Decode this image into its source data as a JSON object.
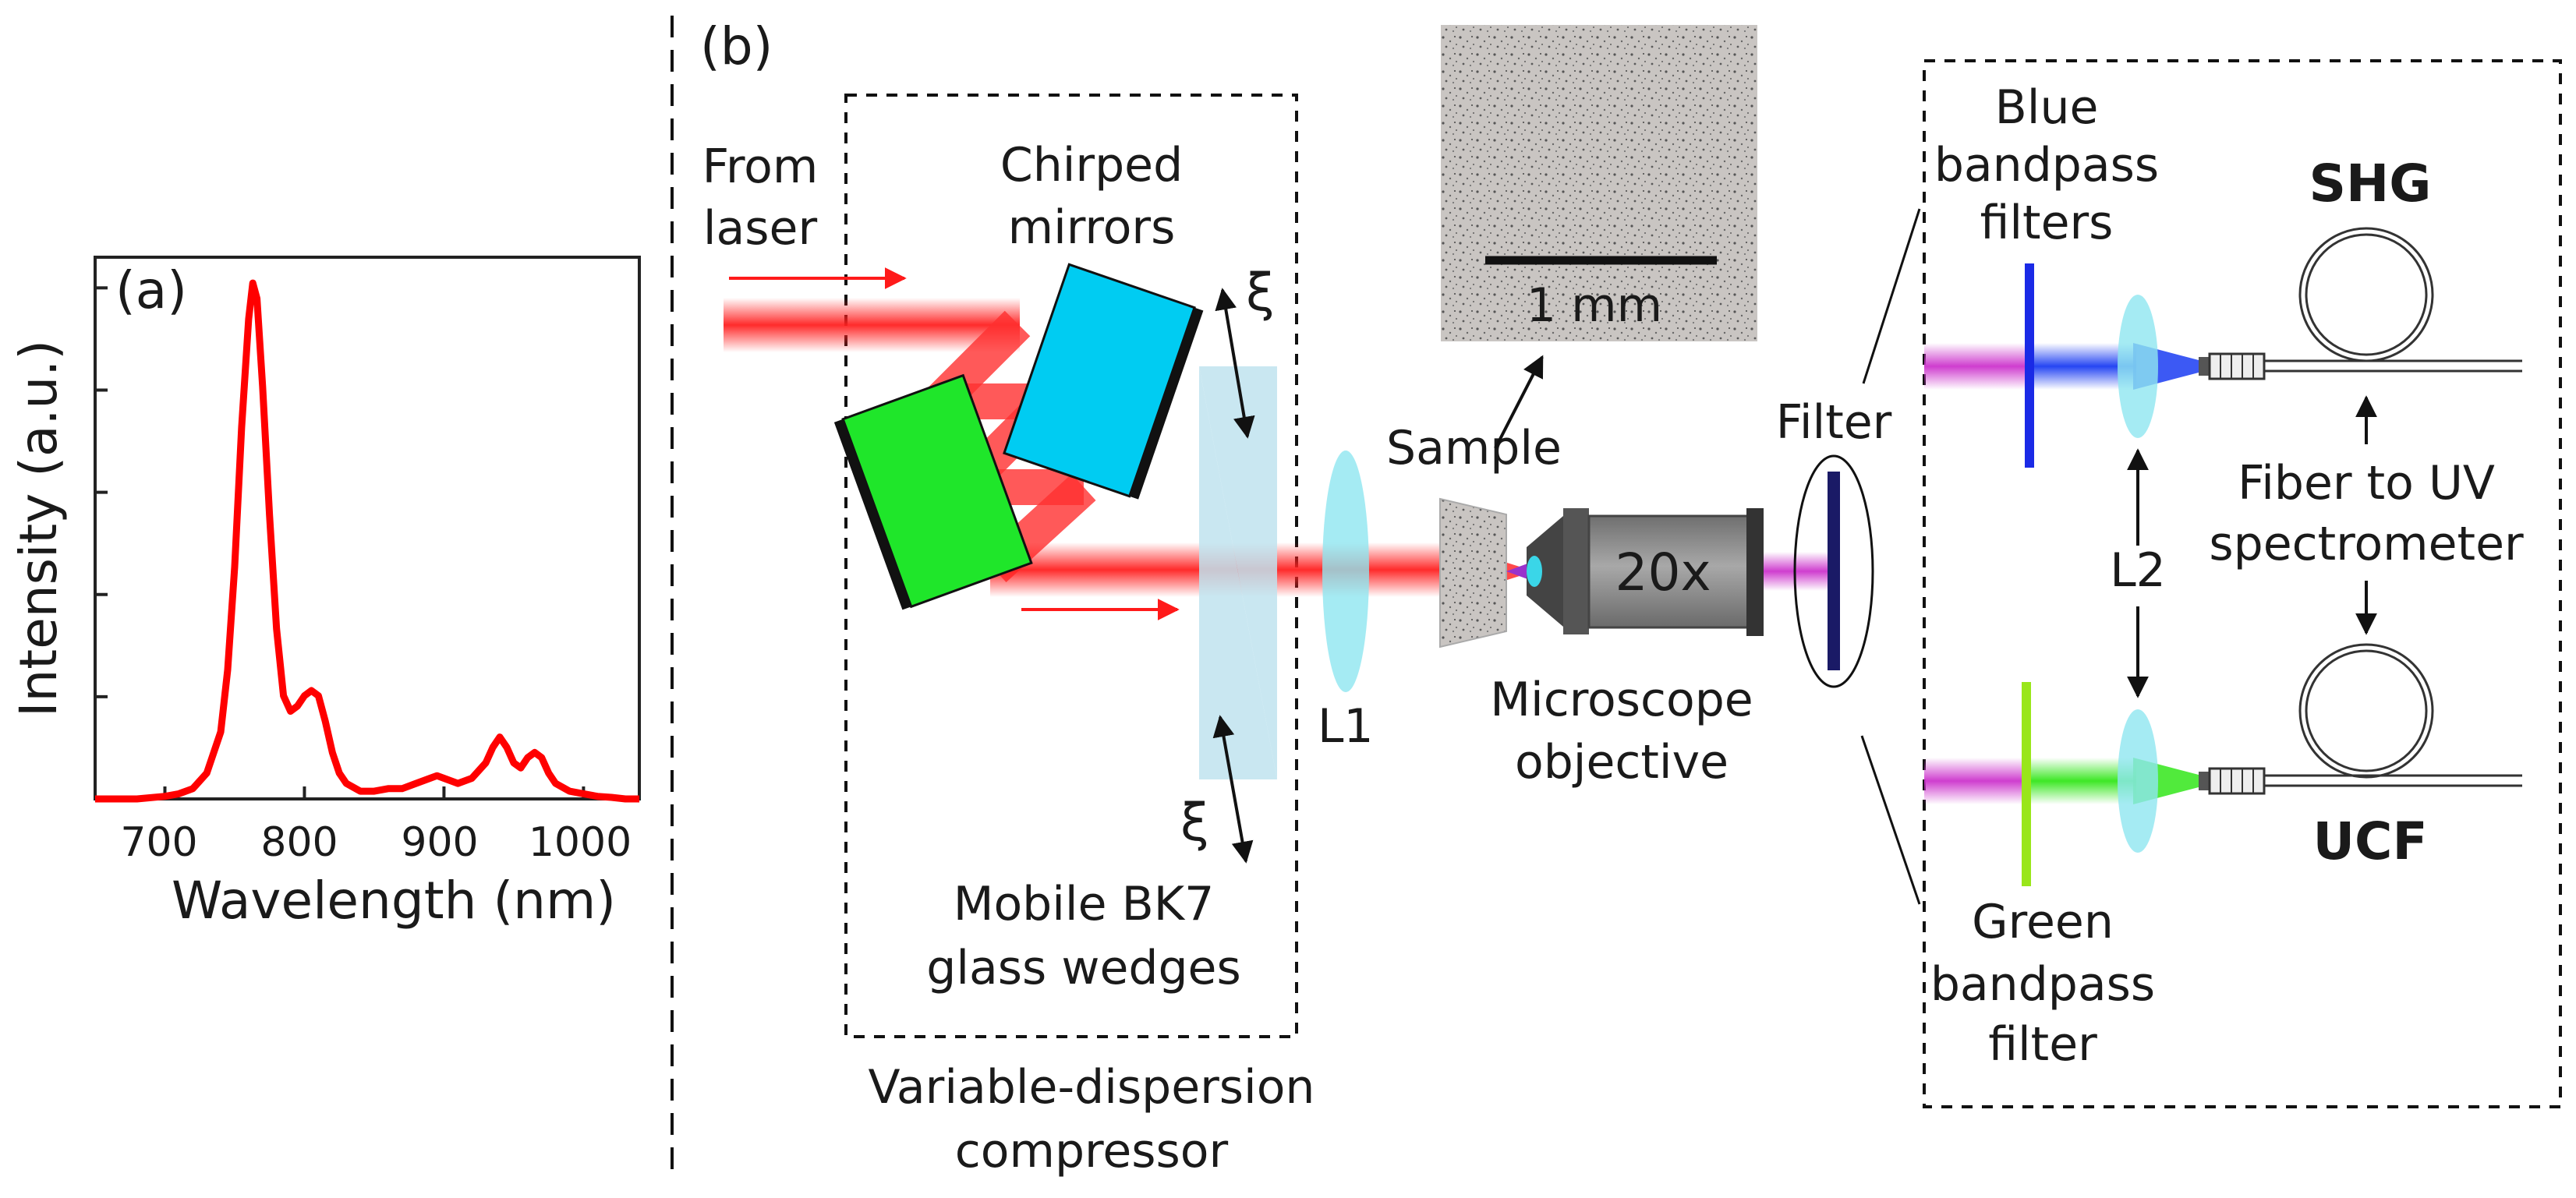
{
  "panel_a": {
    "label": "(a)",
    "ylabel": "Intensity (a.u.)",
    "xlabel": "Wavelength (nm)",
    "xticks": [
      "700",
      "800",
      "900",
      "1000"
    ]
  },
  "chart_data": {
    "type": "line",
    "title": "",
    "xlabel": "Wavelength (nm)",
    "ylabel": "Intensity (a.u.)",
    "xlim": [
      650,
      1040
    ],
    "ylim": [
      0,
      1.05
    ],
    "yticklabels": "none",
    "grid": false,
    "series": [
      {
        "color": "#ff0000",
        "x": [
          650,
          680,
          700,
          710,
          720,
          730,
          740,
          745,
          750,
          755,
          760,
          763,
          766,
          770,
          775,
          780,
          785,
          790,
          795,
          800,
          805,
          810,
          815,
          820,
          825,
          830,
          840,
          850,
          860,
          870,
          880,
          890,
          895,
          900,
          910,
          920,
          930,
          935,
          940,
          945,
          950,
          955,
          960,
          965,
          970,
          975,
          980,
          990,
          1000,
          1010,
          1020,
          1030,
          1040
        ],
        "y": [
          0.0,
          0.0,
          0.005,
          0.01,
          0.02,
          0.05,
          0.13,
          0.25,
          0.45,
          0.72,
          0.93,
          1.0,
          0.97,
          0.8,
          0.55,
          0.33,
          0.2,
          0.17,
          0.18,
          0.2,
          0.21,
          0.2,
          0.15,
          0.09,
          0.05,
          0.03,
          0.015,
          0.015,
          0.02,
          0.02,
          0.03,
          0.04,
          0.045,
          0.04,
          0.03,
          0.04,
          0.07,
          0.1,
          0.12,
          0.1,
          0.07,
          0.06,
          0.08,
          0.09,
          0.08,
          0.05,
          0.03,
          0.015,
          0.01,
          0.005,
          0.003,
          0.0,
          0.0
        ]
      }
    ]
  },
  "panel_b": {
    "label": "(b)",
    "from_laser": [
      "From",
      "laser"
    ],
    "chirped_mirrors": [
      "Chirped",
      "mirrors"
    ],
    "xi": "ξ",
    "l1": "L1",
    "bk7_wedges": [
      "Mobile BK7",
      "glass wedges"
    ],
    "compressor": [
      "Variable-dispersion",
      "compressor"
    ],
    "sample": "Sample",
    "scalebar": "1 mm",
    "objective_mag": "20x",
    "objective": [
      "Microscope",
      "objective"
    ],
    "filter": "Filter",
    "blue_filters": [
      "Blue",
      "bandpass",
      "filters"
    ],
    "shg": "SHG",
    "fiber": [
      "Fiber to UV",
      "spectrometer"
    ],
    "l2": "L2",
    "green_filter": [
      "Green",
      "bandpass",
      "filter"
    ],
    "ucf": "UCF"
  },
  "colors": {
    "laser": "#ff1a1a",
    "mirror_blue": "#00ccf2",
    "mirror_green": "#1fe62a",
    "wedge": "#bfe3ee",
    "lens": "#8ee6f0",
    "magenta": "#cc33cc",
    "blue_beam": "#1a3cf2",
    "green_beam": "#33e61a",
    "objective_gray": "#8a8a8a"
  }
}
